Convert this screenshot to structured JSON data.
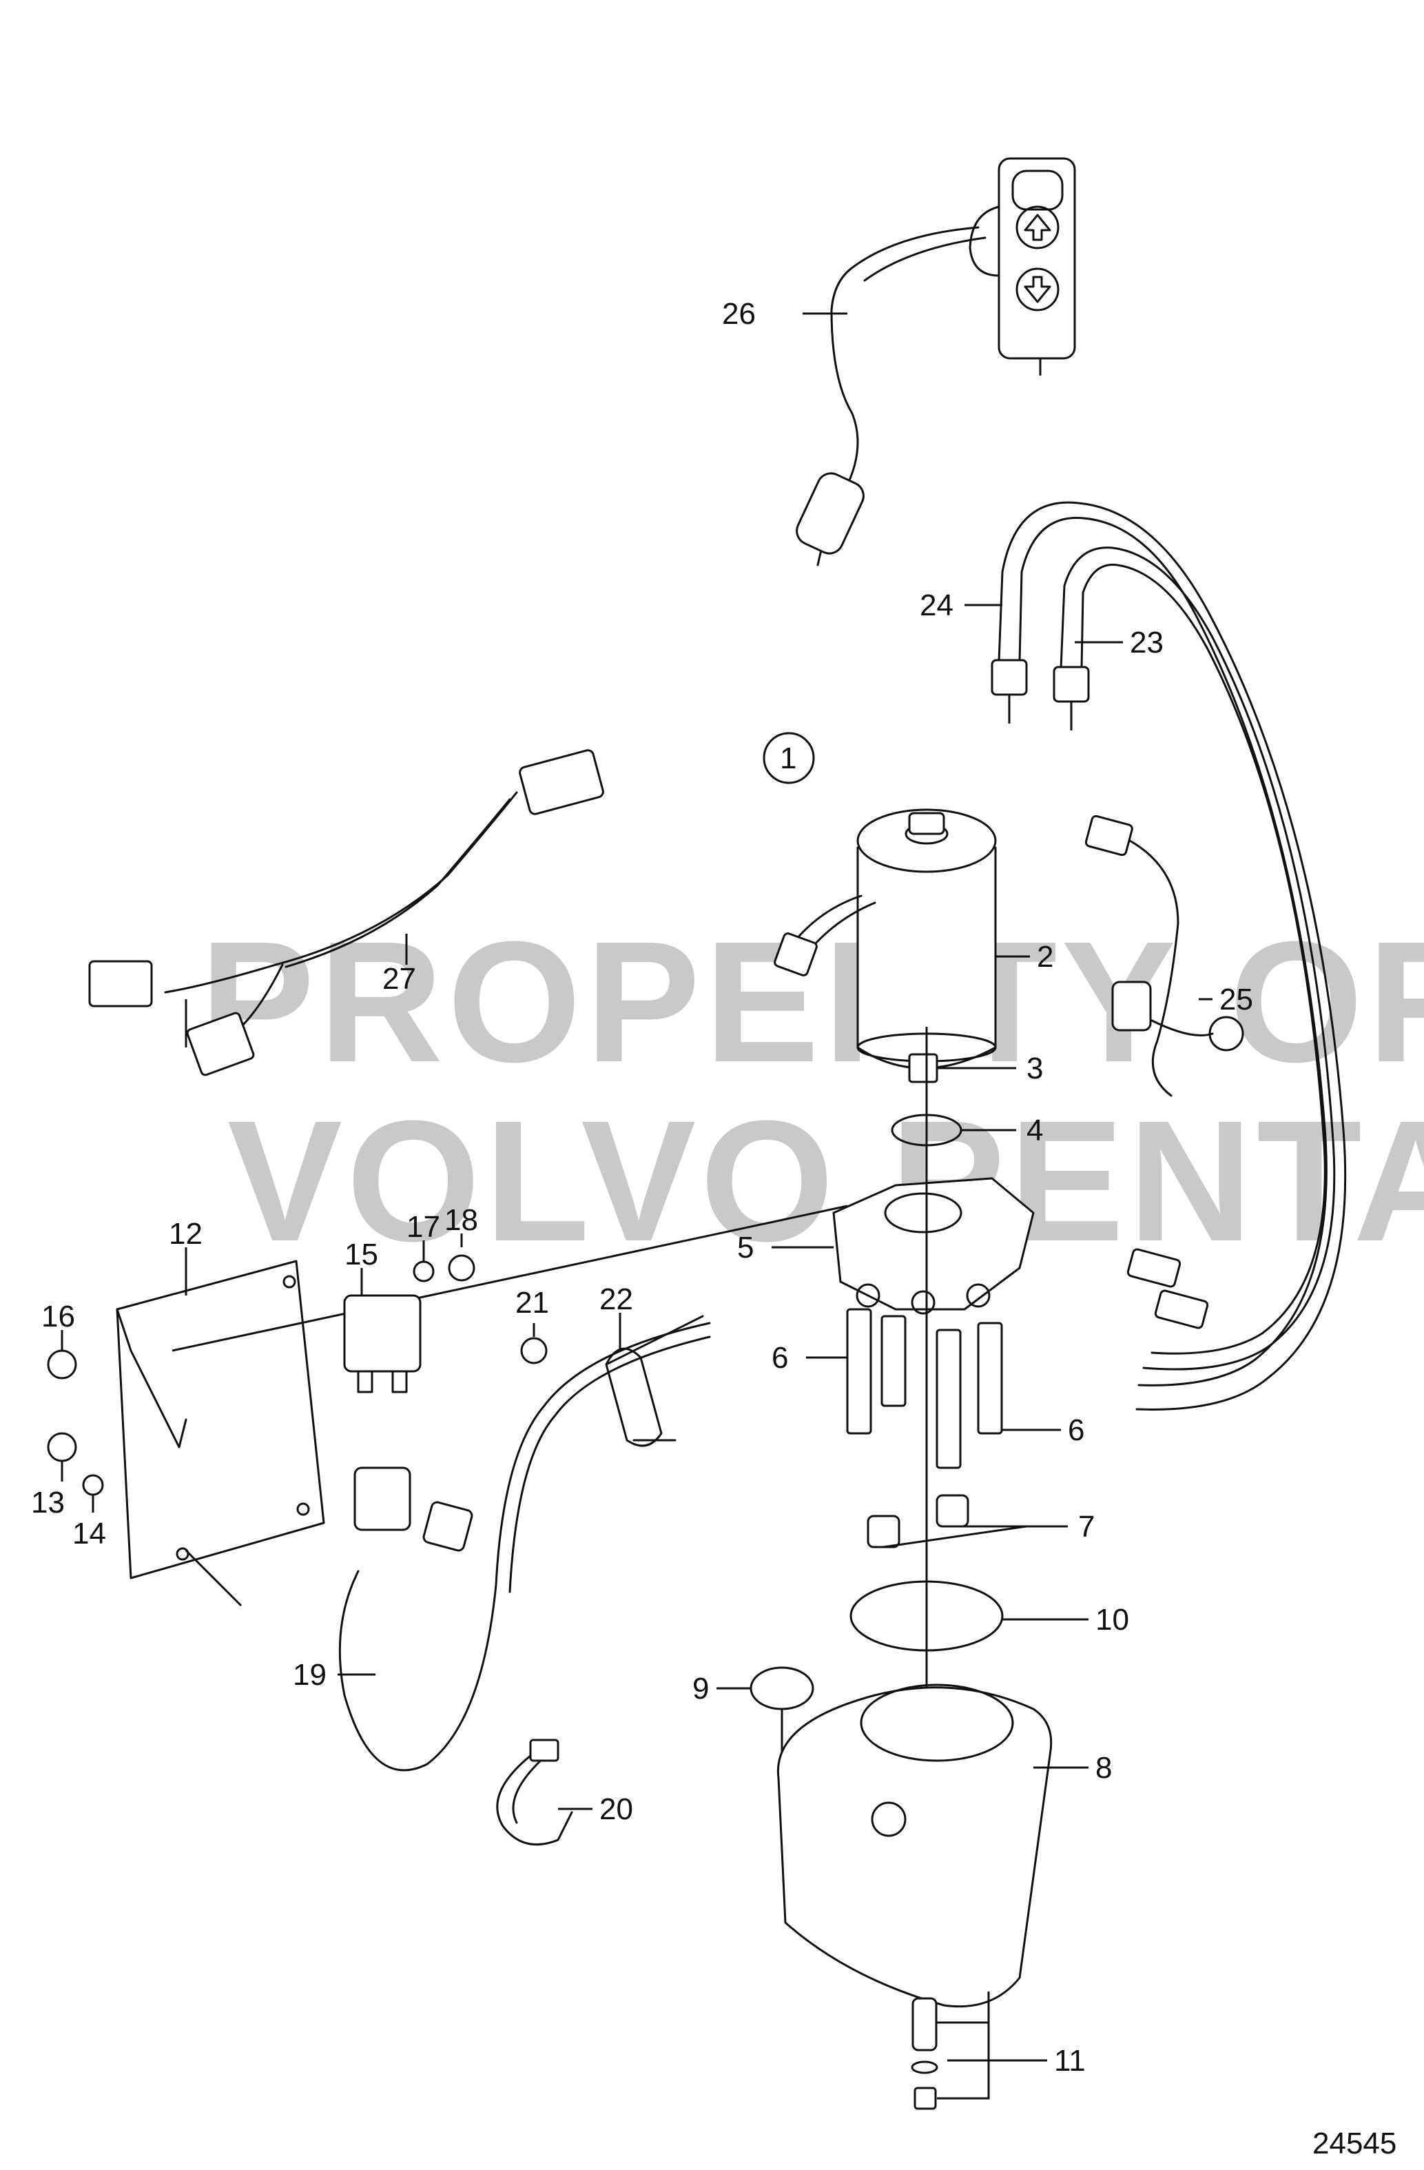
{
  "watermark": {
    "line1": "PROPERTY OF",
    "line2": "VOLVO PENTA"
  },
  "diagram_number": "24545",
  "group_callout": "1",
  "part_labels": {
    "p2": "2",
    "p3": "3",
    "p4": "4",
    "p5": "5",
    "p6a": "6",
    "p6b": "6",
    "p7": "7",
    "p8": "8",
    "p9": "9",
    "p10": "10",
    "p11": "11",
    "p12": "12",
    "p13": "13",
    "p14": "14",
    "p15": "15",
    "p16": "16",
    "p17": "17",
    "p18": "18",
    "p19": "19",
    "p20": "20",
    "p21": "21",
    "p22": "22",
    "p23": "23",
    "p24": "24",
    "p25": "25",
    "p26": "26",
    "p27": "27"
  },
  "colors": {
    "ink": "#111111",
    "watermark": "#c9c9c9",
    "background": "#ffffff"
  }
}
